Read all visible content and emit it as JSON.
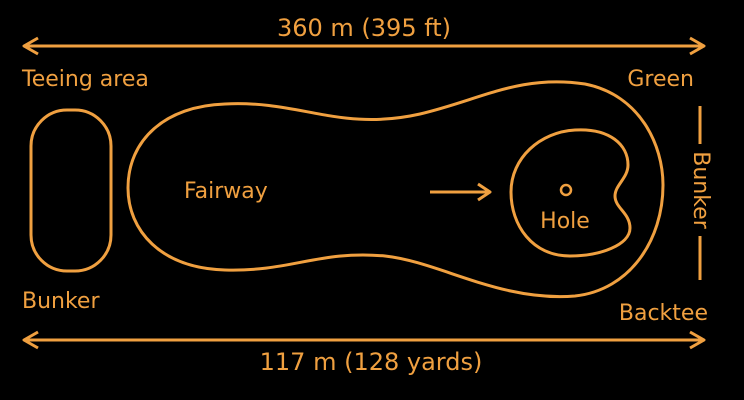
{
  "diagram": {
    "top_dimension": "360 m (395 ft)",
    "bottom_dimension": "117 m (128 yards)",
    "labels": {
      "teeing_area": "Teeing area",
      "green": "Green",
      "fairway": "Fairway",
      "hole": "Hole",
      "bunker_left": "Bunker",
      "bunker_right": "Bunker",
      "backtee": "Backtee"
    }
  },
  "colors": {
    "background": "#000000",
    "accent": "#F0A040"
  }
}
